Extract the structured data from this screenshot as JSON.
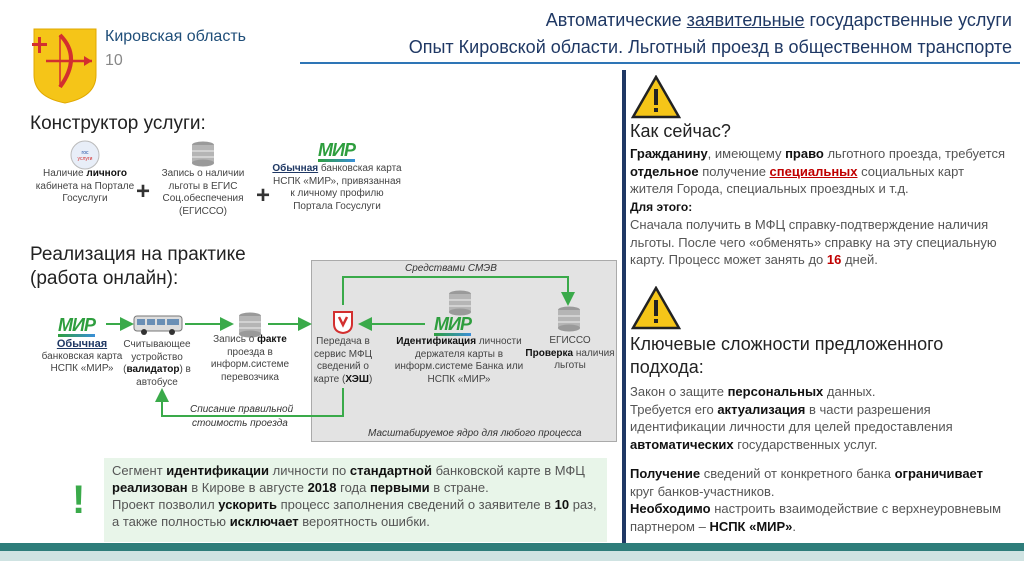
{
  "header": {
    "region_name": "Кировская область",
    "region_number": "10",
    "title_part1": "Автоматические ",
    "title_underlined": "заявительные",
    "title_part2": " государственные услуги",
    "subtitle": "Опыт Кировской области. Льготный проезд в общественном транспорте"
  },
  "constructor": {
    "title": "Конструктор услуги:",
    "item1": {
      "pre": "Наличие ",
      "bold": "личного",
      "post": " кабинета на Портале Госуслуги"
    },
    "item2": {
      "text": "Запись о наличии льготы в ЕГИС Соц.обеспечения (ЕГИССО)"
    },
    "item3": {
      "mir": "МИР",
      "underlined": "Обычная",
      "text": " банковская карта НСПК «МИР», привязанная к личному профилю Портала Госуслуги"
    },
    "plus": "+"
  },
  "practice": {
    "title_line1": "Реализация на практике",
    "title_line2": "(работа онлайн):",
    "smev_label": "Средствами СМЭВ",
    "writeoff_line1": "Списание правильной",
    "writeoff_line2": "стоимость проезда",
    "core_label": "Масштабируемое ядро для любого процесса",
    "step1": {
      "mir": "МИР",
      "underlined": "Обычная",
      "text": "банковская карта НСПК «МИР»"
    },
    "step2": {
      "pre": "Считывающее устройство (",
      "bold": "валидатор",
      "post": ") в автобусе"
    },
    "step3": {
      "pre": "Запись о ",
      "bold": "факте",
      "post": " проезда в информ.системе перевозчика"
    },
    "step4": {
      "pre": "Передача в сервис МФЦ сведений о карте (",
      "bold": "ХЭШ",
      "post": ")"
    },
    "step5": {
      "mir": "МИР",
      "bold": "Идентификация",
      "post": " личности держателя карты в информ.системе Банка или НСПК «МИР»"
    },
    "step6": {
      "pre": "ЕГИССО ",
      "bold": "Проверка",
      "post": " наличия льготы"
    }
  },
  "note": {
    "excl": "!",
    "p1": "Сегмент ",
    "b1": "идентификации",
    "p2": " личности по ",
    "b2": "стандартной",
    "p3": " банковской карте в МФЦ ",
    "b3": "реализован",
    "p4": " в Кирове в августе ",
    "b4": "2018",
    "p5": " года ",
    "b5": "первыми",
    "p6": " в стране.",
    "p7": "Проект позволил ",
    "b6": "ускорить",
    "p8": " процесс заполнения сведений о заявителе в ",
    "b7": "10",
    "p9": " раз,",
    "p10": "а также полностью ",
    "b8": "исключает",
    "p11": " вероятность ошибки."
  },
  "right": {
    "now_title": "Как сейчас?",
    "now": {
      "b1": "Гражданину",
      "t1": ", имеющему ",
      "b2": "право",
      "t2": " льготного проезда, требуется ",
      "b3": "отдельное",
      "t3": " получение ",
      "r1": "специальных",
      "t4": " социальных карт жителя Города, специальных проездных и т.д.",
      "for_this": "Для этого:",
      "t5": "Сначала получить в МФЦ справку-подтверждение наличия льготы. После чего «обменять» справку на эту специальную карту. Процесс может занять до ",
      "r2": "16",
      "t6": " дней."
    },
    "issues_title_line1": "Ключевые сложности предложенного",
    "issues_title_line2": "подхода:",
    "issues": {
      "t1": "Закон о защите ",
      "b1": "персональных",
      "t2": " данных.",
      "t3": "Требуется его ",
      "b2": "актуализация",
      "t4": " в части разрешения идентификации личности для целей предоставления ",
      "b3": "автоматических",
      "t5": " государственных услуг.",
      "b4": "Получение",
      "t6": " сведений от конкретного банка ",
      "b5": "ограничивает",
      "t7": " круг банков-участников.",
      "b6": "Необходимо",
      "t8": " настроить взаимодействие с верхнеуровневым партнером – ",
      "b7": "НСПК «МИР»",
      "t9": "."
    }
  }
}
